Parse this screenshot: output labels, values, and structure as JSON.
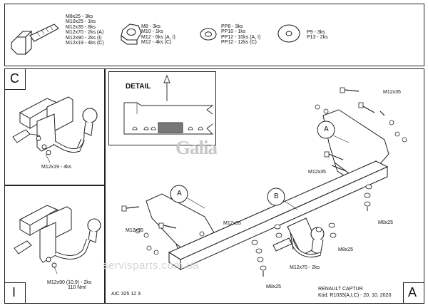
{
  "parts_list": {
    "bolt_sizes": [
      "M8x25 - 3ks",
      "M10x25 - 1ks",
      "M12x35 - 8ks",
      "M12x70 - 2ks (A)",
      "M12x90 - 2ks (I)",
      "M12x19 - 4ks (C)"
    ],
    "nut_sizes": [
      "M8 - 3ks",
      "M10 - 1ks",
      "M12 - 6ks (A, I)",
      "M12 - 4ks (C)"
    ],
    "washer_sizes": [
      "PP8 - 3ks",
      "PP10 - 1ks",
      "PP12 - 10ks (A, I)",
      "PP12 - 12ks (C)"
    ],
    "plate_washer_sizes": [
      "P9 - 3ks",
      "P13 - 2ks"
    ]
  },
  "panel_c": {
    "letter": "C",
    "bolt_callout": "M12x19 - 4ks"
  },
  "panel_i": {
    "letter": "I",
    "bolt_callout_line1": "M12x90 (10.9) - 2ks",
    "bolt_callout_line2": "110 Nm!"
  },
  "detail": {
    "label": "DETAIL"
  },
  "main": {
    "letter": "A",
    "callout_a": "A",
    "callout_b": "B",
    "callout_a_right": "A",
    "labels": {
      "m12x35_top_right": "M12x35",
      "m12x35_mid": "M12x35",
      "m12x35_left": "M12x35",
      "m12x35_center": "M12x35",
      "m8x25_right": "M8x25",
      "m8x25_center": "M8x25",
      "m8x25_bottom": "M8x25",
      "m12x70": "M12x70 - 2ks"
    }
  },
  "footer": {
    "code_left": "AIC 325 12 3",
    "model": "RENAULT CAPTUR",
    "kod": "Kód: R1035(A,I,C) - 20. 10. 2020"
  },
  "brand_logo": "Galia",
  "watermark": "servisparts.com.ua"
}
